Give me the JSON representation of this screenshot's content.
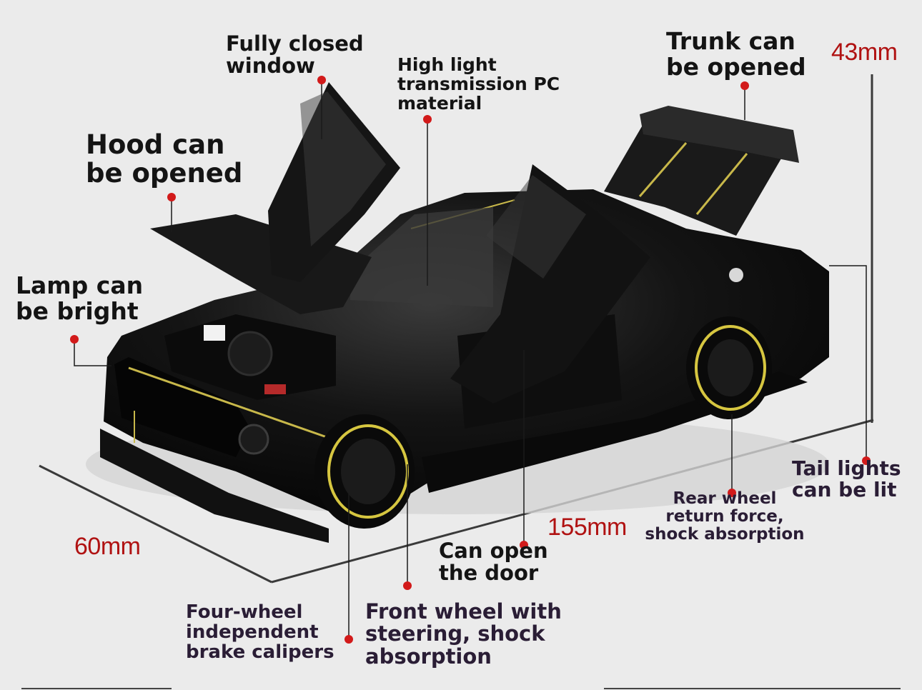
{
  "labels": {
    "window": "Fully closed\nwindow",
    "pc_material": "High light\ntransmission PC\nmaterial",
    "trunk": "Trunk can\nbe opened",
    "hood": "Hood can\nbe opened",
    "lamp": "Lamp can\nbe bright",
    "tail_lights": "Tail lights\ncan be lit",
    "rear_wheel": "Rear wheel\nreturn force,\nshock absorption",
    "door": "Can open\nthe door",
    "brakes": "Four-wheel\nindependent\nbrake calipers",
    "front_wheel": "Front wheel with\nsteering, shock\nabsorption"
  },
  "dimensions": {
    "height": "43mm",
    "length": "155mm",
    "width": "60mm"
  },
  "colors": {
    "background": "#ebebeb",
    "car_body": "#0c0c0c",
    "stripe": "#c8b84a",
    "wheel_rim": "#d6c640",
    "dot": "#d21a1a",
    "dimension_text": "#b01212",
    "label_text": "#141414"
  }
}
